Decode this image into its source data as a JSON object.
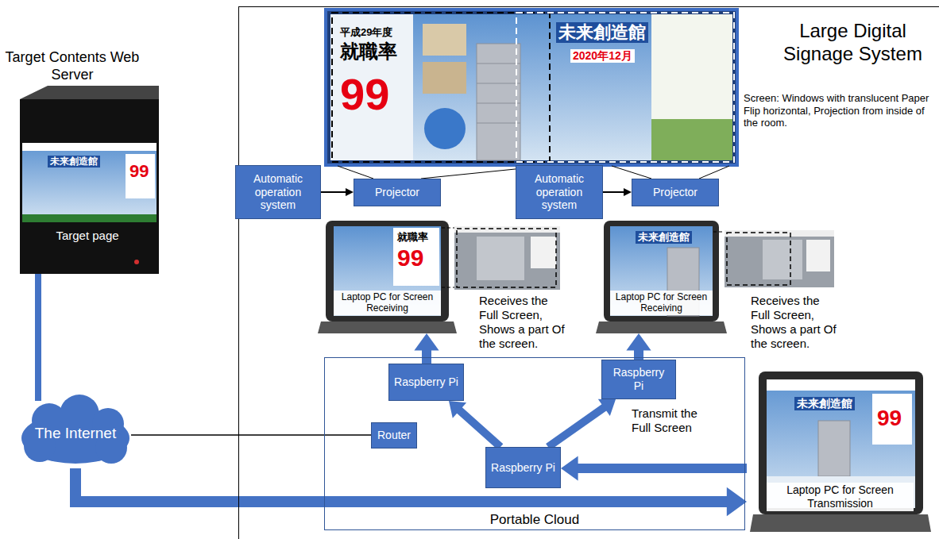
{
  "diagram": {
    "nodes": [
      {
        "text": [
          "Target Contents Web Server",
          "Target page"
        ]
      },
      {
        "text": [
          "The Internet"
        ]
      },
      {
        "text": [
          "Large Digital Signage System"
        ]
      },
      {
        "text": [
          "Automatic operation system"
        ],
        "in": 2
      },
      {
        "text": [
          "Projector"
        ],
        "in": 2
      },
      {
        "text": [
          "Automatic operation system"
        ],
        "in": 2
      },
      {
        "text": [
          "Projector"
        ],
        "in": 2
      },
      {
        "text": [
          "Laptop PC for Screen Receiving"
        ],
        "in": 2
      },
      {
        "text": [
          "Laptop PC for Screen Receiving"
        ],
        "in": 2
      },
      {
        "text": [
          "Portable Cloud"
        ],
        "in": 2
      },
      {
        "text": [
          "Raspberry Pi"
        ],
        "in": 9
      },
      {
        "text": [
          "Raspberry Pi"
        ],
        "in": 9
      },
      {
        "text": [
          "Router"
        ],
        "in": 9
      },
      {
        "text": [
          "Raspberry Pi"
        ],
        "in": 9
      },
      {
        "text": [
          "Laptop PC for Screen Transmission"
        ],
        "in": 2
      }
    ],
    "edges": [
      {
        "from": 0,
        "to": 1,
        "arrow": "none"
      },
      {
        "from": 1,
        "to": 14,
        "arrow": "to"
      },
      {
        "from": 1,
        "to": 12,
        "arrow": "none"
      },
      {
        "from": 3,
        "to": 4,
        "arrow": "to"
      },
      {
        "from": 5,
        "to": 6,
        "arrow": "to"
      },
      {
        "from": 14,
        "to": 13,
        "arrow": "to"
      },
      {
        "from": 13,
        "to": 10,
        "arrow": "to"
      },
      {
        "from": 13,
        "to": 11,
        "arrow": "to"
      },
      {
        "from": 10,
        "to": 7,
        "arrow": "to"
      },
      {
        "from": 11,
        "to": 8,
        "arrow": "to"
      }
    ],
    "labels": [
      "Screen: Windows with translucent Paper Flip horizontal, Projection from inside of the room.",
      "平成29年度",
      "就職率",
      "99",
      "未来創造館",
      "2020年12月",
      "Receives the Full Screen, Shows a part Of the screen.",
      "Receives the Full Screen, Shows a part Of the screen.",
      "Transmit the Full Screen",
      "就職率",
      "99",
      "未来創造館",
      "未来創造館",
      "99",
      "未来創造館",
      "99"
    ]
  }
}
